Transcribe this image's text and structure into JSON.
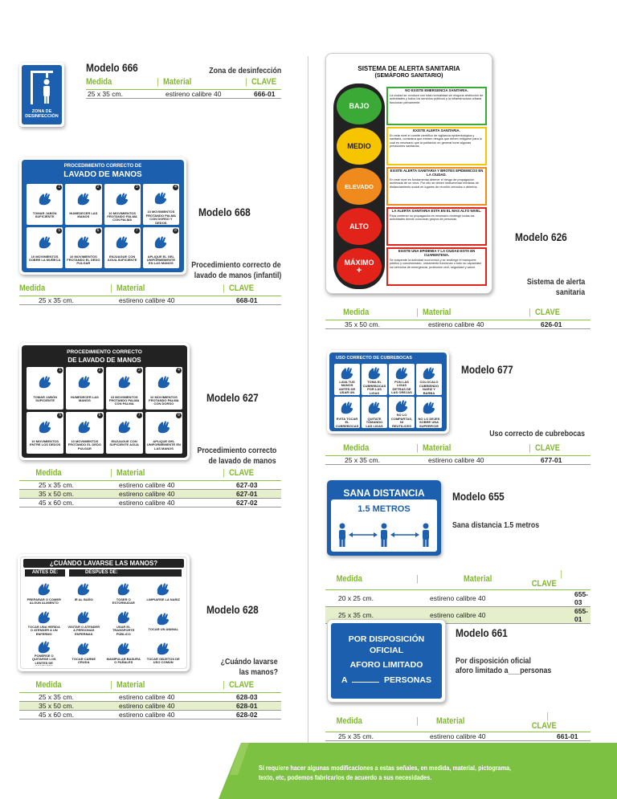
{
  "colors": {
    "accent": "#8cc63f",
    "blue": "#1b5fae",
    "green_banner": "#7dc142"
  },
  "table_headers": {
    "medida": "Medida",
    "material": "Material",
    "clave": "CLAVE"
  },
  "m666": {
    "model": "Modelo 666",
    "desc": "Zona de desinfección",
    "sign_label": "ZONA DE DESINFECCIÓN",
    "rows": [
      {
        "medida": "25 x 35 cm.",
        "material": "estireno calibre 40",
        "clave": "666-01"
      }
    ]
  },
  "m668": {
    "model": "Modelo 668",
    "desc1": "Procedimiento correcto de",
    "desc2": "lavado de manos (infantil)",
    "sign_title1": "PROCEDIMIENTO CORRECTO DE",
    "sign_title2": "LAVADO DE MANOS",
    "captions": [
      "TOMAR JABÓN SUFICIENTE",
      "HUMEDECER LAS MANOS",
      "10 MOVIMIENTOS FROTANDO PALMA CON PALMA",
      "10 MOVIMIENTOS FROTANDO PALMA CON DORSO Y DEDOS",
      "10 MOVIMIENTOS SOBRE LA MUÑECA",
      "10 MOVIMIENTOS FROTANDO EL DEDO PULGAR",
      "ENJUAGUE CON AGUA SUFICIENTE",
      "APLIQUE EL GEL UNIFORMEMENTE EN LAS MANOS"
    ],
    "rows": [
      {
        "medida": "25 x 35 cm.",
        "material": "estireno calibre 40",
        "clave": "668-01"
      }
    ]
  },
  "m627": {
    "model": "Modelo 627",
    "desc1": "Procedimiento correcto",
    "desc2": "de lavado de manos",
    "sign_title1": "PROCEDIMIENTO CORRECTO",
    "sign_title2": "DE LAVADO DE MANOS",
    "captions": [
      "TOMAR JABÓN SUFICIENTE",
      "HUMEDECER LAS MANOS",
      "10 MOVIMIENTOS FROTANDO PALMA CON PALMA",
      "10 MOVIMIENTOS FROTANDO PALMA CON DORSO",
      "10 MOVIMIENTOS ENTRE LOS DEDOS",
      "10 MOVIMIENTOS FROTANDO EL DEDO PULGAR",
      "ENJUAGUE CON SUFICIENTE AGUA",
      "APLIQUE GEL UNIFORMEMENTE EN LAS MANOS"
    ],
    "rows": [
      {
        "medida": "25 x 35 cm.",
        "material": "estireno calibre 40",
        "clave": "627-03"
      },
      {
        "medida": "35 x 50 cm.",
        "material": "estireno calibre 40",
        "clave": "627-01"
      },
      {
        "medida": "45 x 60 cm.",
        "material": "estireno calibre 40",
        "clave": "627-02"
      }
    ]
  },
  "m628": {
    "model": "Modelo 628",
    "desc1": "¿Cuándo lavarse",
    "desc2": "las manos?",
    "sign_title": "¿CUÁNDO LAVARSE LAS MANOS?",
    "before": "ANTES DE:",
    "after": "DESPUES DE:",
    "captions": [
      "PREPARAR O COMER ALGUN ALIMENTO",
      "IR AL BAÑO",
      "TOSER O ESTORNUDAR",
      "LIMPIARSE LA NARIZ",
      "TOCAR UNA HERIDA O ATENDER A UN ENFERMO",
      "VISITAR O ATENDER A PERSONAS ENFERMAS",
      "USAR EL TRANSPORTE PÚBLICO",
      "TOCAR UN ANIMAL",
      "PONERSE O QUITARSE LOS LENTES DE CONTACTO",
      "TOCAR CARNE CRUDA",
      "MANIPULAR BASURA O PAÑALES",
      "TOCAR OBJETOS DE USO COMÚN"
    ],
    "rows": [
      {
        "medida": "25 x 35 cm.",
        "material": "estireno calibre 40",
        "clave": "628-03"
      },
      {
        "medida": "35 x 50 cm.",
        "material": "estireno calibre 40",
        "clave": "628-01"
      },
      {
        "medida": "45 x 60 cm.",
        "material": "estireno calibre 40",
        "clave": "628-02"
      }
    ]
  },
  "m626": {
    "model": "Modelo 626",
    "desc1": "Sistema de alerta",
    "desc2": "sanitaria",
    "sign_title1": "SISTEMA DE ALERTA SANITARIA",
    "sign_title2": "(SEMÁFORO SANITARIO)",
    "levels": [
      {
        "label": "BAJO",
        "heading": "NO EXISTE EMERGENCIA SANITARIA.",
        "text": "La ciudad se conduce con total normalidad sin ninguna restricción de actividades y todos los servicios públicos y la infraestructura urbana funcionan plenamente.",
        "color": "#3aa935"
      },
      {
        "label": "MEDIO",
        "heading": "EXISTE ALERTA SANITARIA.",
        "text": "En este nivel el comité científico de vigilancia epidemiológica y sanitaria, considera que existen riesgos que deben mitigarse para lo cual es necesario que la población en general tome algunas previsiones sanitarias.",
        "color": "#f6c500"
      },
      {
        "label": "ELEVADO",
        "heading": "EXISTE ALERTA SANITARIA Y BROTES EPIDEMICOS EN LA CIUDAD.",
        "text": "En este nivel es fundamental detener el riesgo de propagación acelerada de un virus. Por ello se deben instrumentar medidas de distanciamiento social en lugares de reunión cerrados o abiertos.",
        "color": "#f08a1c"
      },
      {
        "label": "ALTO",
        "heading": "LA ALERTA SANITARIA ESTA EN EL MAS ALTO NIVEL.",
        "text": "Para contener su propagación es necesario restringir todas las actividades donde concurran grupos de personas.",
        "color": "#e2231a"
      },
      {
        "label": "MÁXIMO",
        "heading": "EXISTE UNA EPIDEMIA Y LA CIUDAD ESTA EN CUARENTENA.",
        "text": "Se suspende la actividad económica y se restringe el transporte público y concesionado, únicamente funcionan o todo su capacidad los servicios de emergencia, protección civil, seguridad y salud.",
        "color": "#e2231a"
      }
    ],
    "plus": "+",
    "rows": [
      {
        "medida": "35 x 50 cm.",
        "material": "estireno calibre 40",
        "clave": "626-01"
      }
    ]
  },
  "m677": {
    "model": "Modelo 677",
    "desc": "Uso correcto de cubrebocas",
    "sign_title": "USO CORRECTO DE CUBREBOCAS",
    "captions": [
      "LAVA TUS MANOS ANTES DE USAR UN CUBREBOCAS",
      "TOMA EL CUBREBOCAS POR LAS LIGAS",
      "PON LAS LIGAS DETRAS DE LAS OREJAS ELASTICAS",
      "COLOCALO CUBRIENDO NARIZ Y BARBA",
      "EVITA TOCAR EL CUBREBOCAS",
      "QUITATE TOMANDO LAS LIGAS",
      "NO LO COMPARTAS, NI REUTILICES",
      "NO LO DEJES SOBRE UNA SUPERFICIE"
    ],
    "rows": [
      {
        "medida": "25 x 35 cm.",
        "material": "estireno calibre 40",
        "clave": "677-01"
      }
    ]
  },
  "m655": {
    "model": "Modelo 655",
    "desc": "Sana distancia 1.5 metros",
    "sign_title": "SANA DISTANCIA",
    "sign_sub": "1.5 METROS",
    "rows": [
      {
        "medida": "20 x 25 cm.",
        "material": "estireno calibre 40",
        "clave": "655-03"
      },
      {
        "medida": "25 x 35 cm.",
        "material": "estireno calibre 40",
        "clave": "655-01"
      }
    ]
  },
  "m661": {
    "model": "Modelo 661",
    "desc1": "Por disposición oficial",
    "desc2": "aforo limitado a___personas",
    "sign_l1": "POR DISPOSICIÓN",
    "sign_l2": "OFICIAL",
    "sign_l3": "AFORO LIMITADO",
    "sign_l4a": "A",
    "sign_l4b": "PERSONAS",
    "rows": [
      {
        "medida": "25 x 35 cm.",
        "material": "estireno calibre 40",
        "clave": "661-01"
      }
    ]
  },
  "banner": {
    "line1": "Si requiere hacer algunas modificaciones a estas señales, en medida, material, pictograma,",
    "line2": "texto, etc, podemos fabricarlos de acuerdo a sus necesidades."
  }
}
